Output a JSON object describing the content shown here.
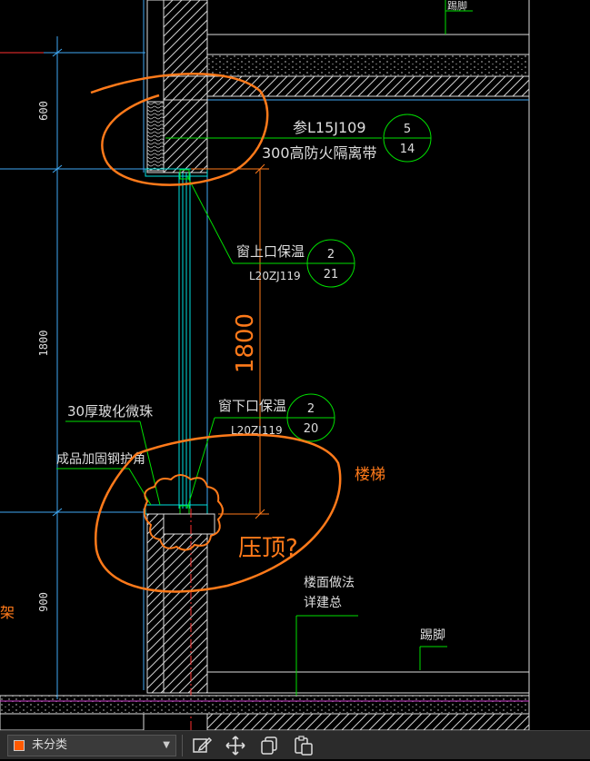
{
  "drawing": {
    "top_label": "踢脚",
    "dimensions": {
      "d600": "600",
      "d1800_left": "1800",
      "d1800_main": "1800",
      "d900": "900"
    },
    "callout_fireproof": {
      "ref": "参L15J109",
      "desc": "300高防火隔离带",
      "bubble_top": "5",
      "bubble_bottom": "14"
    },
    "callout_window_top": {
      "label": "窗上口保温",
      "std": "L20ZJ119",
      "bubble_top": "2",
      "bubble_bottom": "21"
    },
    "callout_window_bottom": {
      "label": "窗下口保温",
      "std": "L20ZJ119",
      "bubble_top": "2",
      "bubble_bottom": "20"
    },
    "label_glass_bead": "30厚玻化微珠",
    "label_steel_angle": "成品加固钢护角",
    "annotation_stairs": "楼梯",
    "annotation_question": "压顶?",
    "label_floor_method": "楼面做法",
    "label_floor_detail": "详建总",
    "label_skirting": "踢脚",
    "left_edge_text": "架"
  },
  "toolbar": {
    "layer_name": "未分类",
    "layer_color": "#ff5a00",
    "tools": [
      "edit-icon",
      "move-icon",
      "copy-icon",
      "paste-icon"
    ]
  }
}
